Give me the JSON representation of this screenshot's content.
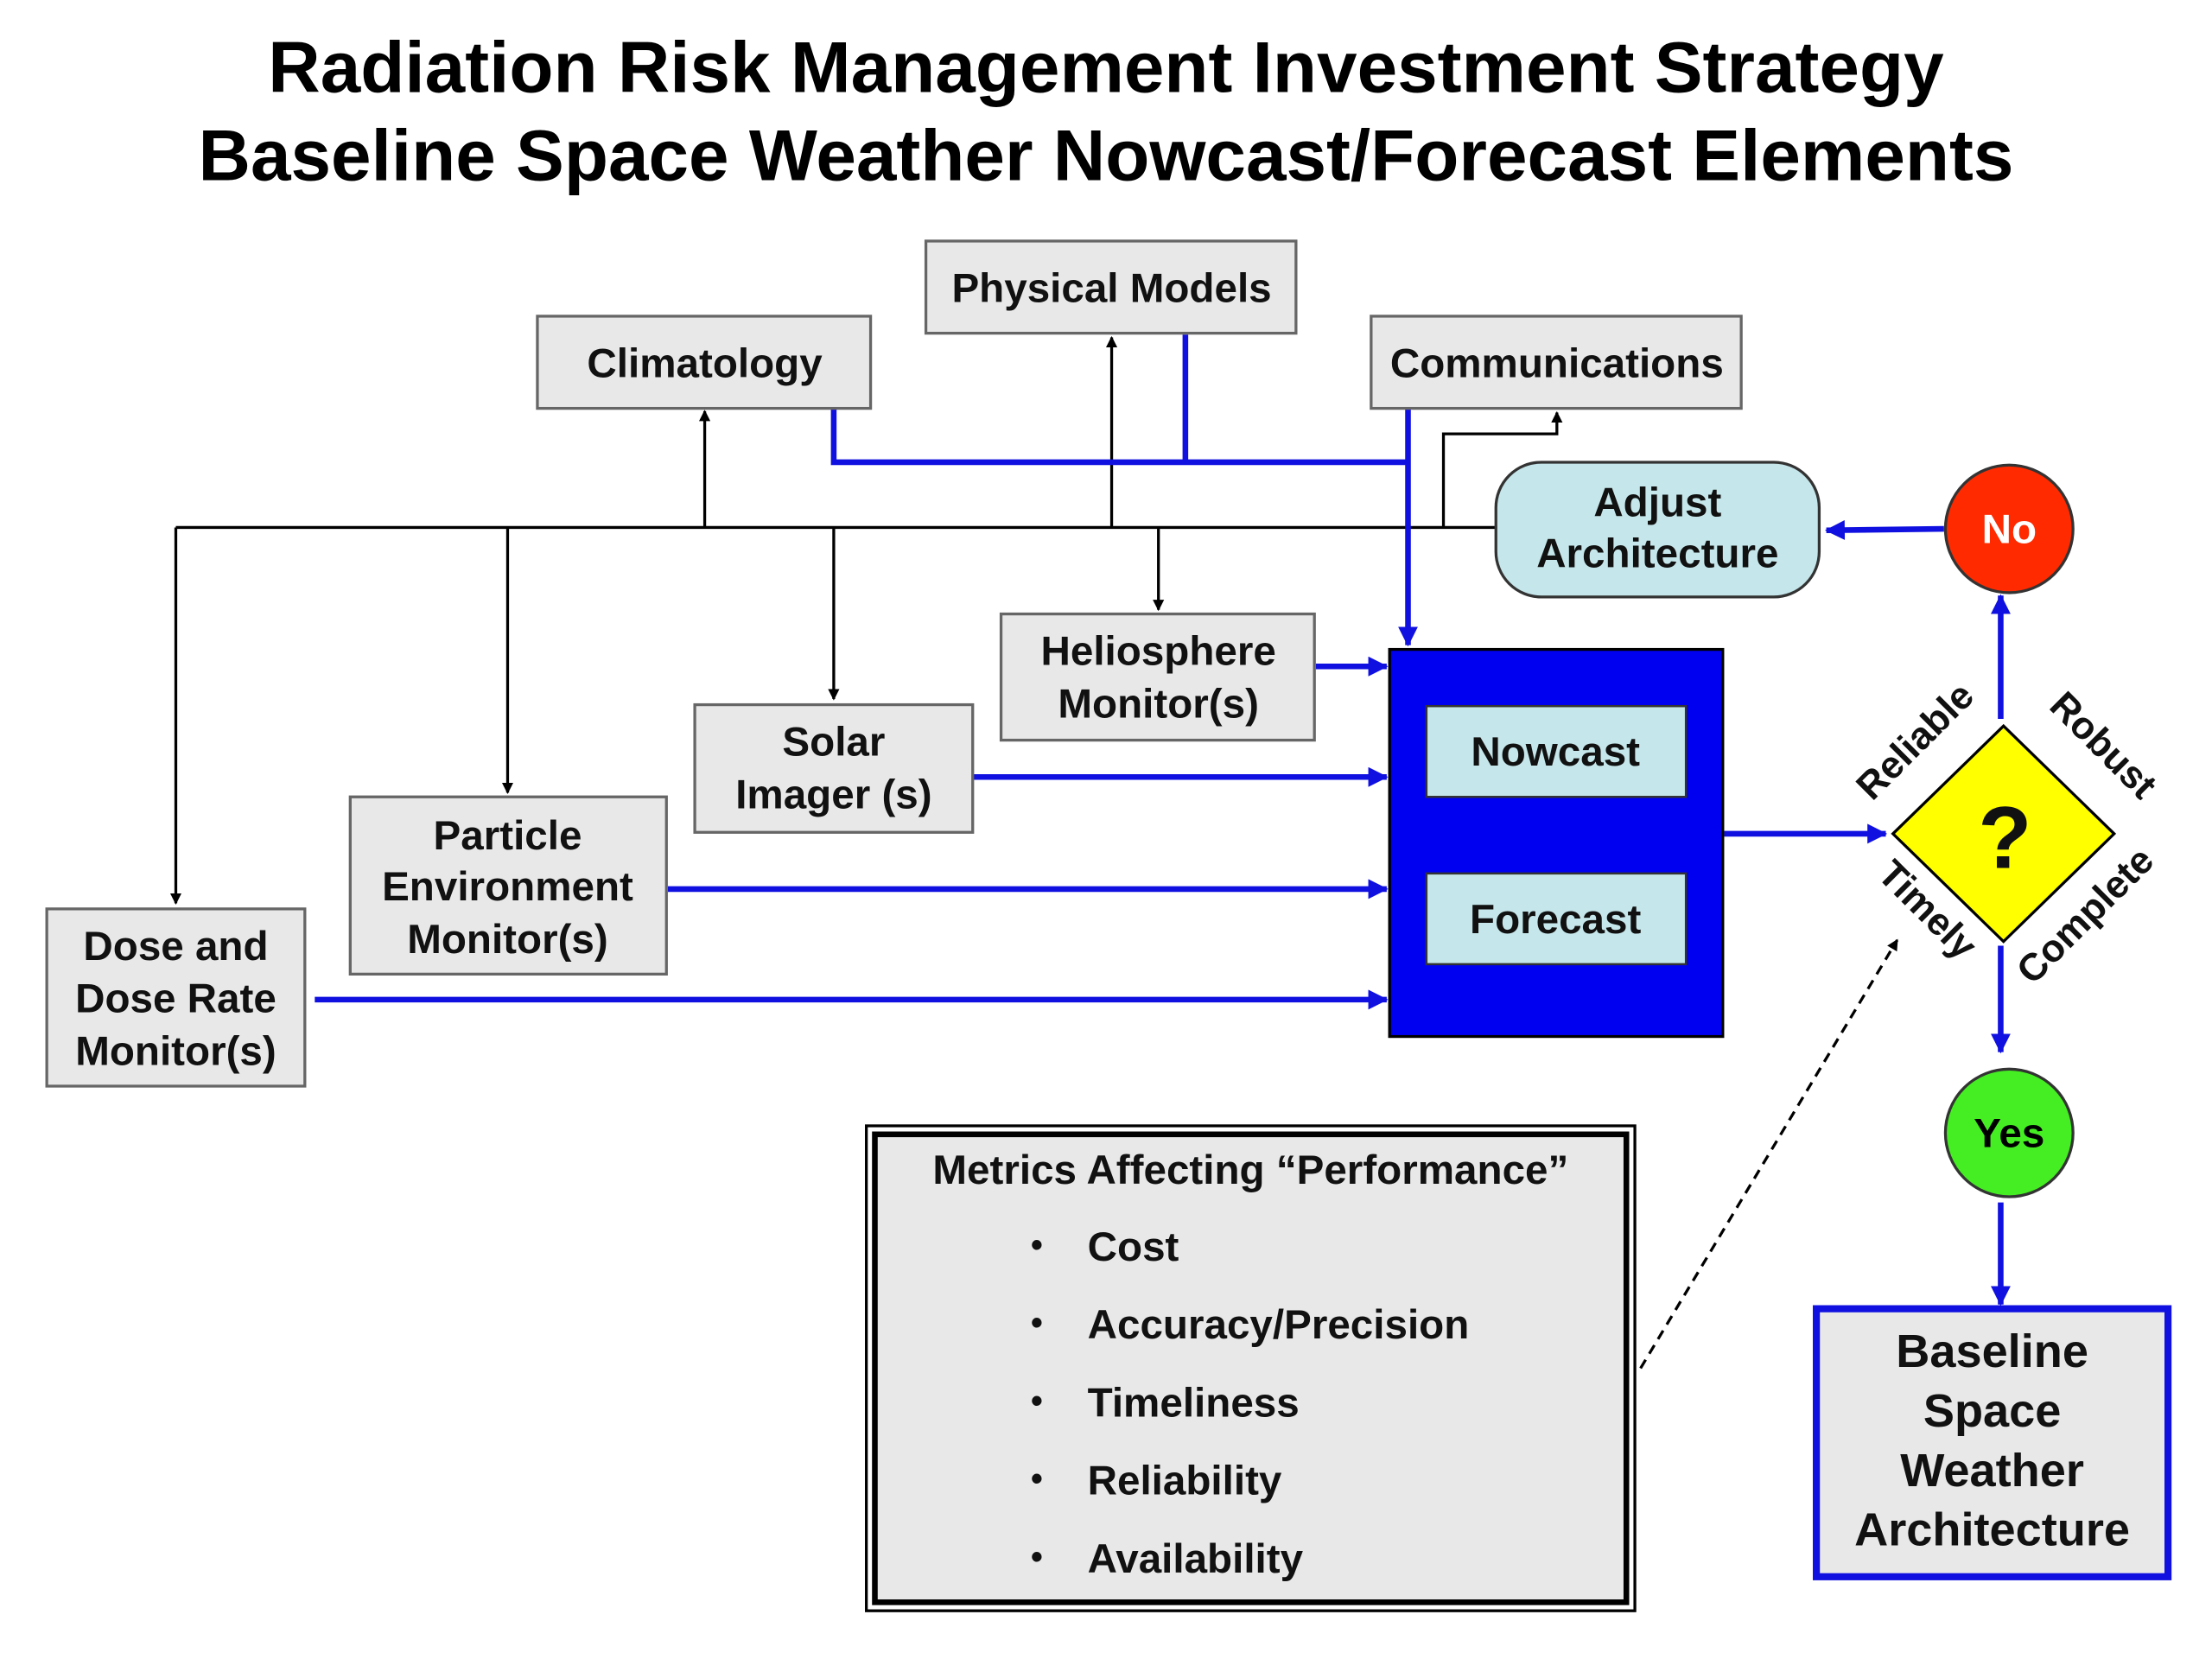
{
  "title": {
    "line1": "Radiation Risk Management Investment Strategy",
    "line2": "Baseline Space Weather Nowcast/Forecast Elements"
  },
  "boxes": {
    "physical_models": "Physical Models",
    "climatology": "Climatology",
    "communications": "Communications",
    "adjust_architecture": [
      "Adjust",
      "Architecture"
    ],
    "heliosphere_monitor": [
      "Heliosphere",
      "Monitor(s)"
    ],
    "solar_imager": [
      "Solar",
      "Imager (s)"
    ],
    "particle_monitor": [
      "Particle",
      "Environment",
      "Monitor(s)"
    ],
    "dose_monitor": [
      "Dose and",
      "Dose Rate",
      "Monitor(s)"
    ],
    "nowcast": "Nowcast",
    "forecast": "Forecast"
  },
  "decision": {
    "symbol": "?",
    "labels": {
      "reliable": "Reliable",
      "robust": "Robust",
      "timely": "Timely",
      "complete": "Complete"
    },
    "no": "No",
    "yes": "Yes"
  },
  "baseline": [
    "Baseline",
    "Space",
    "Weather",
    "Architecture"
  ],
  "metrics": {
    "title": "Metrics Affecting “Performance”",
    "bullet": "•",
    "items": [
      "Cost",
      "Accuracy/Precision",
      "Timeliness",
      "Reliability",
      "Availability"
    ]
  },
  "colors": {
    "blue_flow": "#1010e0",
    "block_blue": "#0000f0",
    "box_gray": "#e8e8e8",
    "adjust_fill": "#c5e6ea",
    "nowcast_fill": "#c5e6ea",
    "decision_yellow": "#ffff00",
    "no_red": "#ff2a00",
    "yes_green": "#44ee22"
  }
}
